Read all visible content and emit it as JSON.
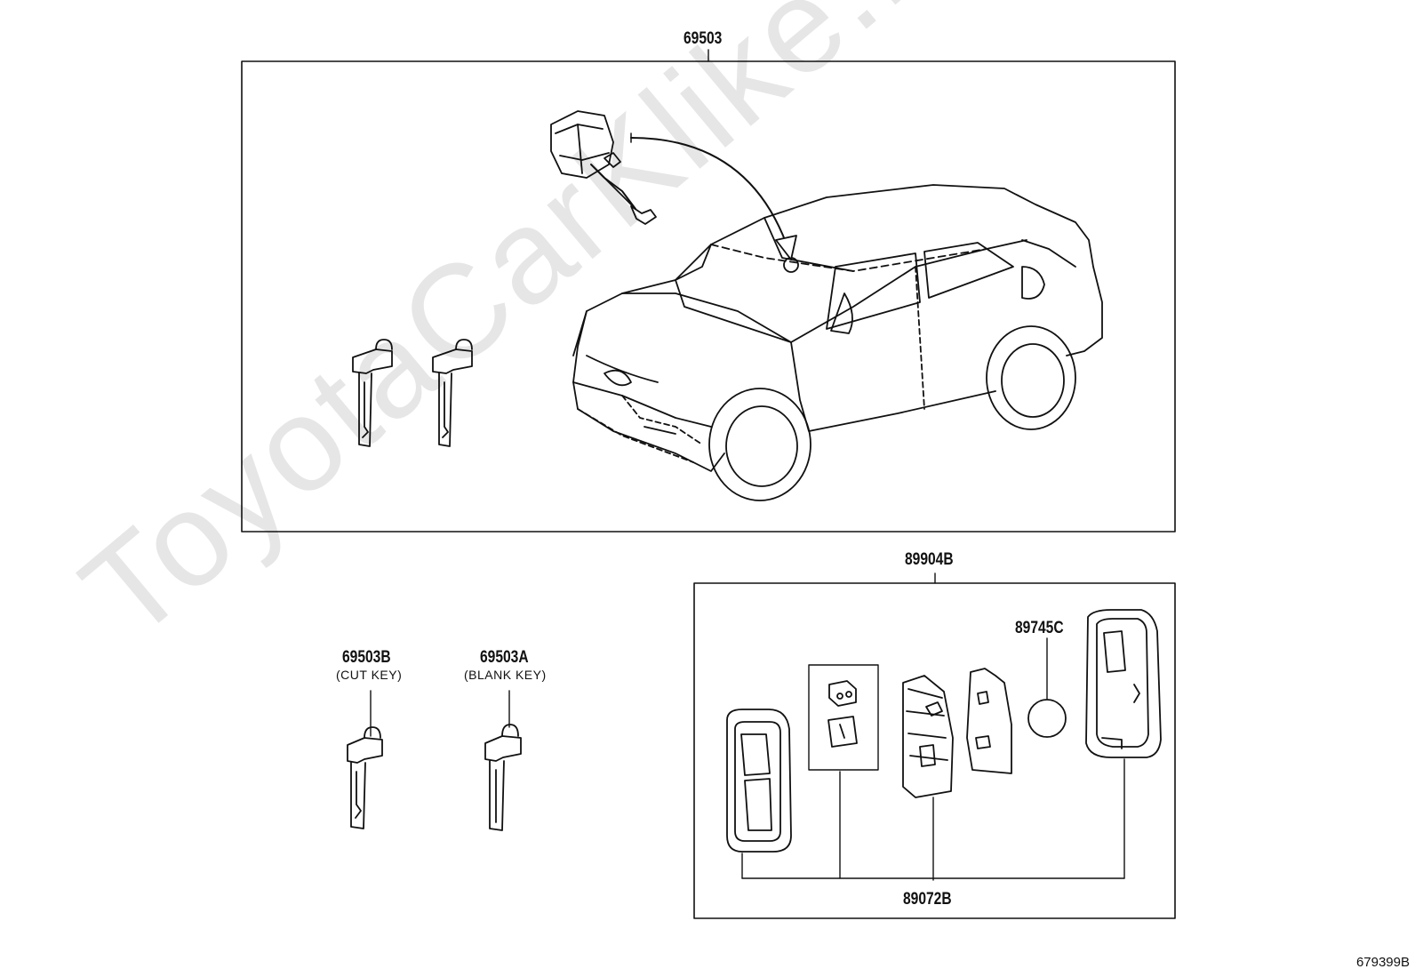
{
  "watermark": "ToyotaCarKlike.ru",
  "labels": {
    "kit_top": "69503",
    "kit_bottom": "89904B",
    "cut_key": "69503B",
    "cut_key_sub": "(CUT KEY)",
    "blank_key": "69503A",
    "blank_key_sub": "(BLANK KEY)",
    "battery": "89745C",
    "transmitter": "89072B"
  },
  "diagram_id": "679399B"
}
